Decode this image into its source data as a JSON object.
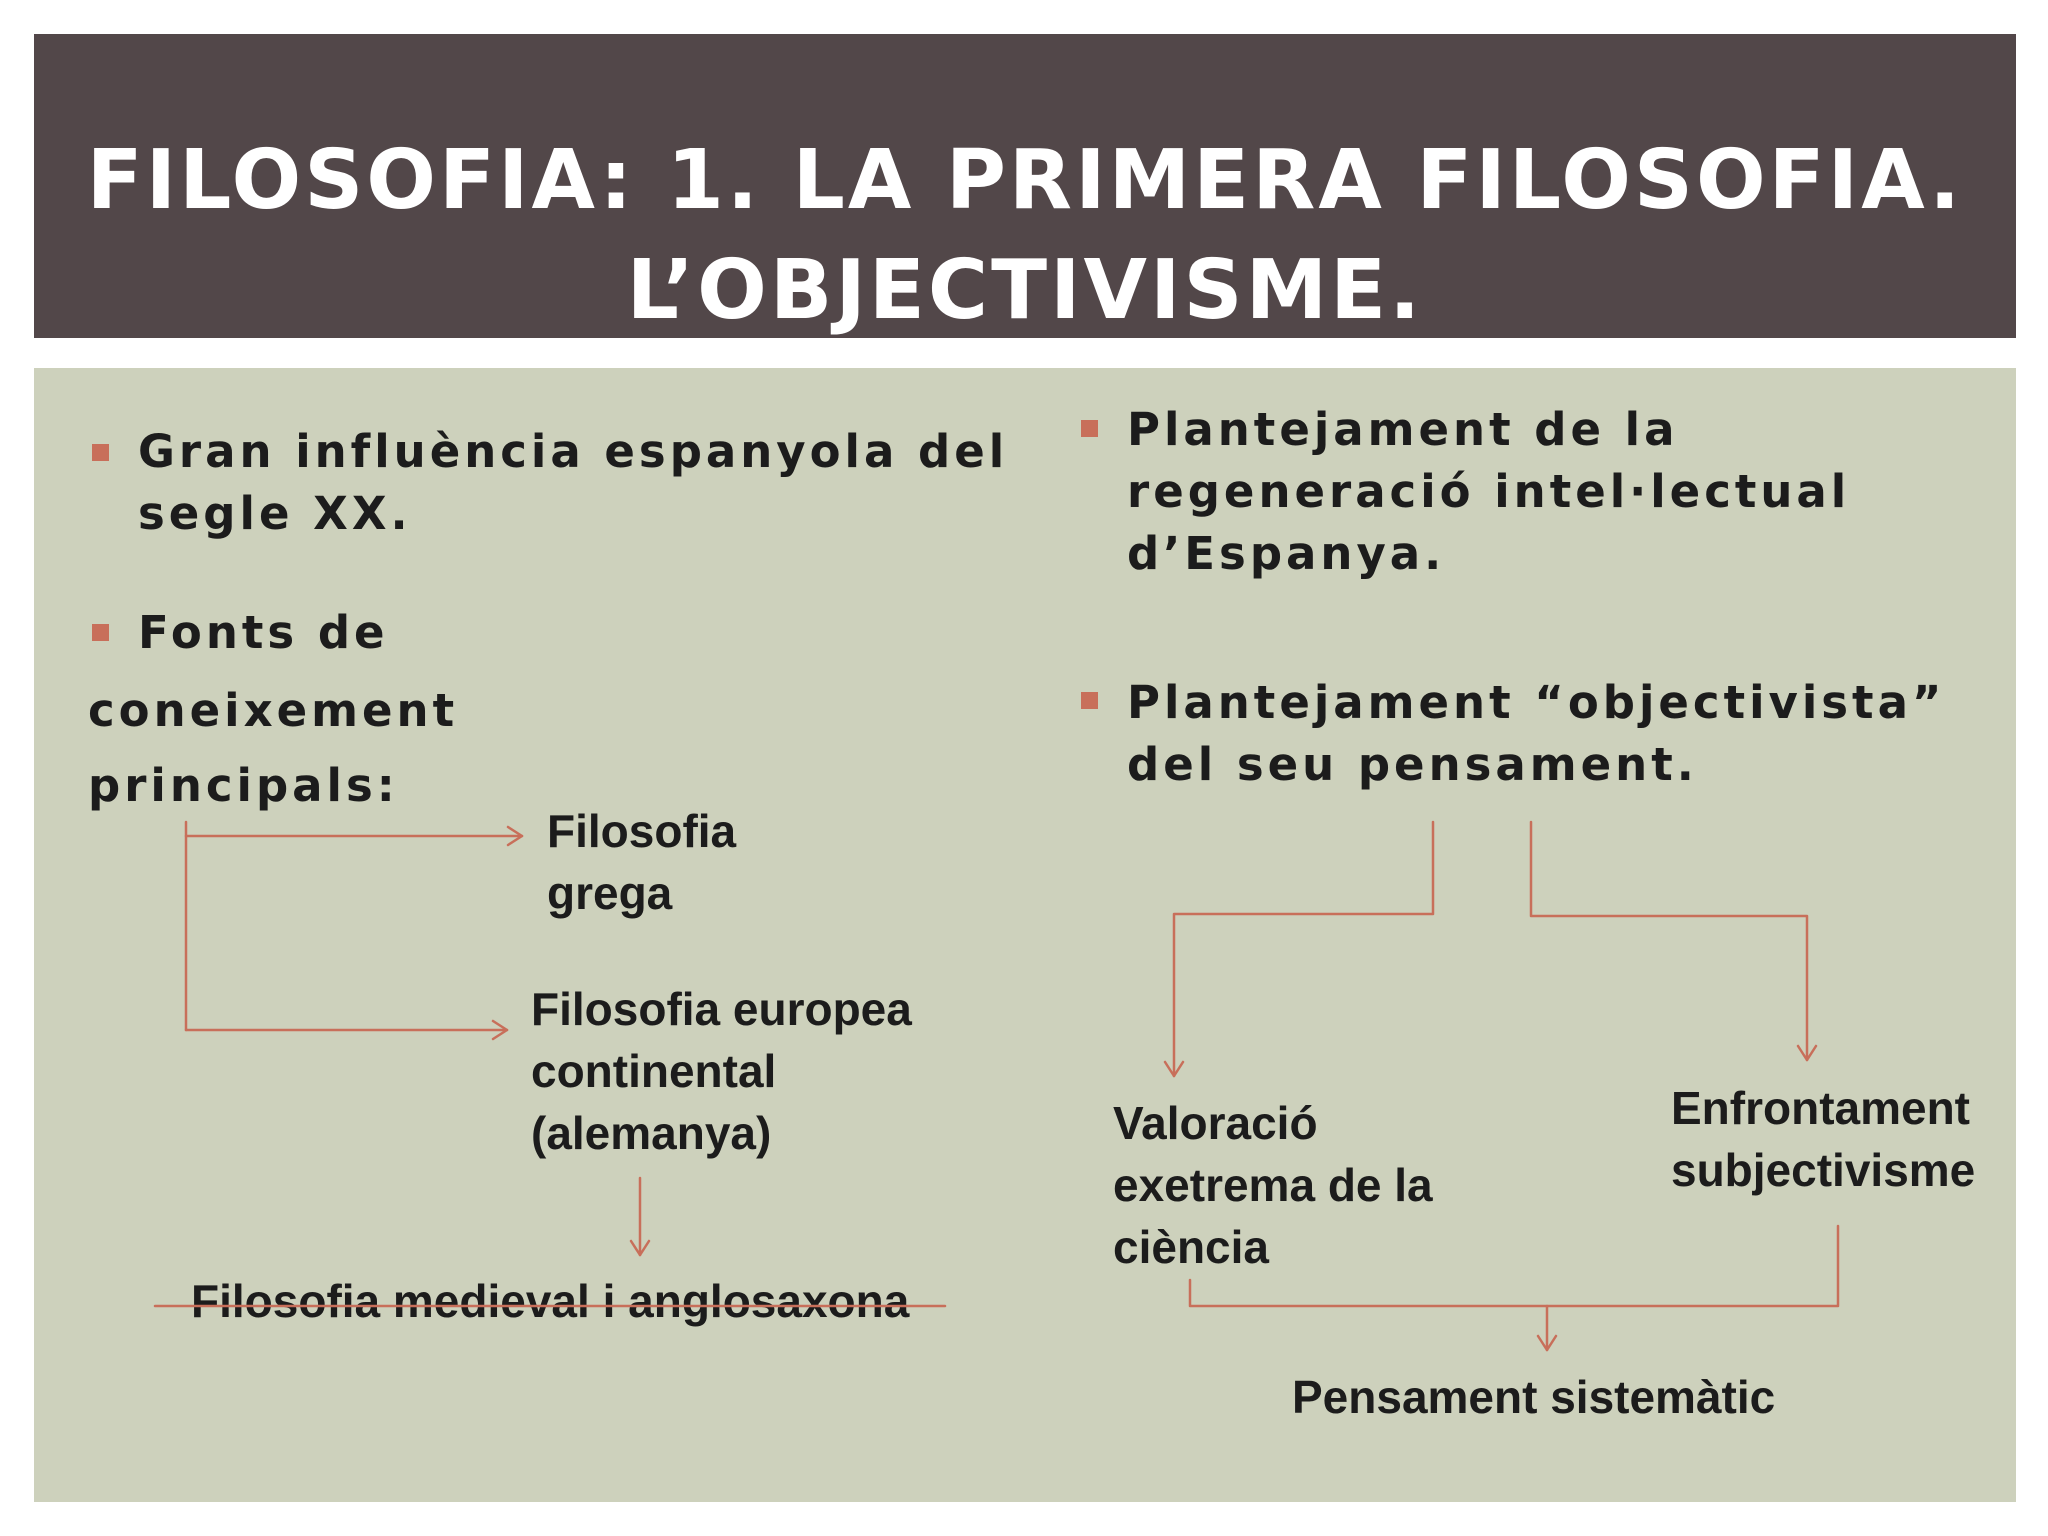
{
  "title": "FILOSOFIA: 1. LA PRIMERA FILOSOFIA.\nL’OBJECTIVISME.",
  "left": {
    "bullet1": "Gran influència espanyola del\nsegle XX.",
    "bullet2_head": "Fonts de",
    "bullet2_tail": "coneixement\nprincipals:",
    "greek": "Filosofia\ngrega",
    "european": "Filosofia europea\ncontinental\n(alemanya)",
    "medieval": "Filosofia medieval i anglosaxona"
  },
  "right": {
    "bullet1": "Plantejament de la\nregeneració intel·lectual\nd’Espanya.",
    "bullet2": "Plantejament “objectivista”\ndel seu pensament.",
    "valoracio": "Valoració\nexetrema de la\nciència",
    "enfrontament": "Enfrontament\nsubjectivisme",
    "pensament": "Pensament sistemàtic"
  },
  "colors": {
    "title_bg": "#524749",
    "panel_bg": "#cdd1bc",
    "accent": "#c86f5a"
  }
}
